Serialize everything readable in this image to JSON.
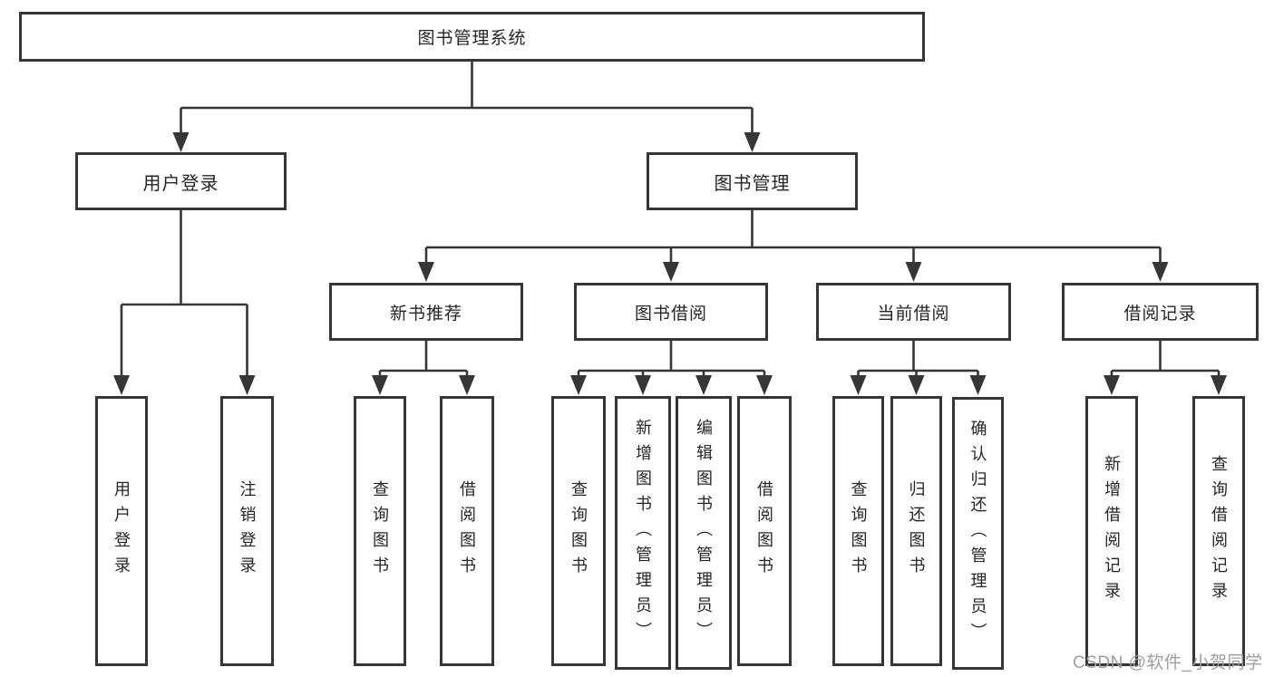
{
  "tree": {
    "label": "图书管理系统",
    "children": [
      {
        "label": "用户登录",
        "children": [
          {
            "label": "用户登录"
          },
          {
            "label": "注销登录"
          }
        ]
      },
      {
        "label": "图书管理",
        "children": [
          {
            "label": "新书推荐",
            "children": [
              {
                "label": "查询图书"
              },
              {
                "label": "借阅图书"
              }
            ]
          },
          {
            "label": "图书借阅",
            "children": [
              {
                "label": "查询图书"
              },
              {
                "label": "新增图书（管理员）"
              },
              {
                "label": "编辑图书（管理员）"
              },
              {
                "label": "借阅图书"
              }
            ]
          },
          {
            "label": "当前借阅",
            "children": [
              {
                "label": "查询图书"
              },
              {
                "label": "归还图书"
              },
              {
                "label": "确认归还（管理员）"
              }
            ]
          },
          {
            "label": "借阅记录",
            "children": [
              {
                "label": "新增借阅记录"
              },
              {
                "label": "查询借阅记录"
              }
            ]
          }
        ]
      }
    ]
  },
  "watermark": {
    "text": "CSDN @软件_小贺同学",
    "color": "#9e9e9e"
  },
  "colors": {
    "line": "#363636",
    "border": "#363636",
    "text": "#262626",
    "background": "#ffffff"
  }
}
